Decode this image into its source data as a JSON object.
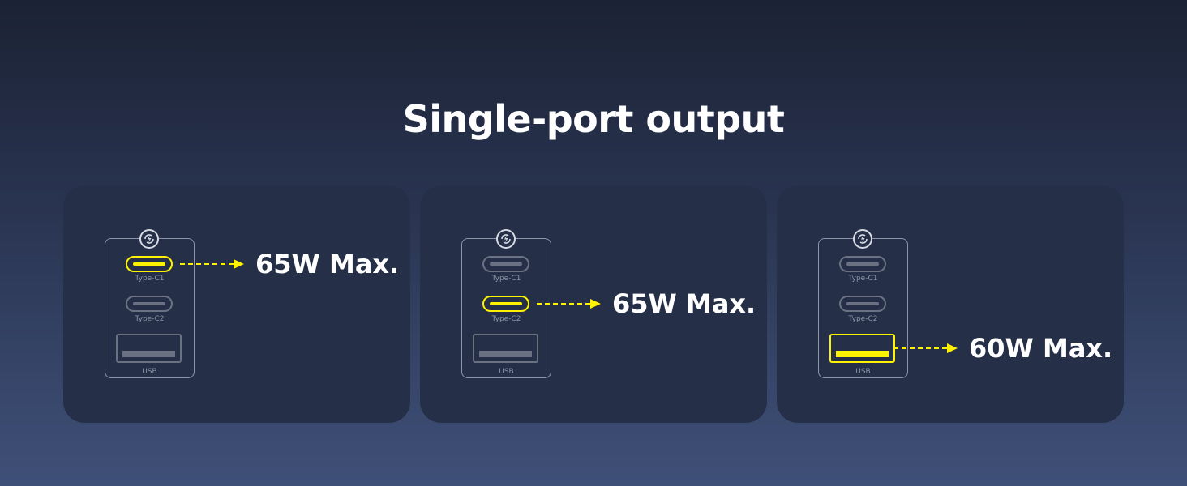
{
  "title": "Single-port output",
  "ports": {
    "type_c1": "Type-C1",
    "type_c2": "Type-C2",
    "usb": "USB"
  },
  "panels": [
    {
      "active_port": "Type-C1",
      "power": "65W Max."
    },
    {
      "active_port": "Type-C2",
      "power": "65W Max."
    },
    {
      "active_port": "USB",
      "power": "60W Max."
    }
  ],
  "colors": {
    "highlight": "#fff200",
    "panel": "#252f47",
    "port_inactive": "#6a7183",
    "text": "#ffffff"
  },
  "icons": {
    "brand_logo": "lightning-swirl-logo-icon",
    "arrow": "dashed-arrow-right-icon"
  }
}
